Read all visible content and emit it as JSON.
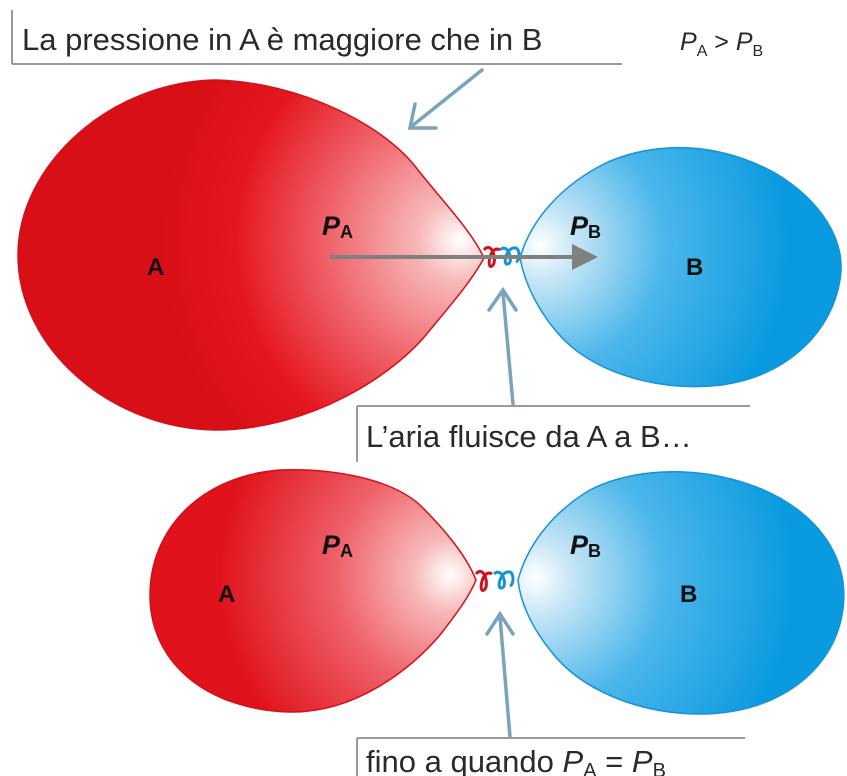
{
  "captions": {
    "top": "La pressione in A è maggiore che in B",
    "middle": "L’aria fluisce da A a B…",
    "bottom_prefix": "fino a quando ",
    "bottom_p": "P",
    "bottom_eq": " = "
  },
  "condition": {
    "p": "P",
    "gt": " > "
  },
  "balloons": {
    "a_letter": "A",
    "b_letter": "B",
    "pressure_symbol": "P",
    "sub_a": "A",
    "sub_b": "B"
  },
  "colors": {
    "balloon_a": "#e8141e",
    "balloon_b": "#0e9fe3",
    "pointer": "#7aa3bd",
    "flow_arrow": "#808080",
    "caption_rule": "#9a9a9a"
  }
}
